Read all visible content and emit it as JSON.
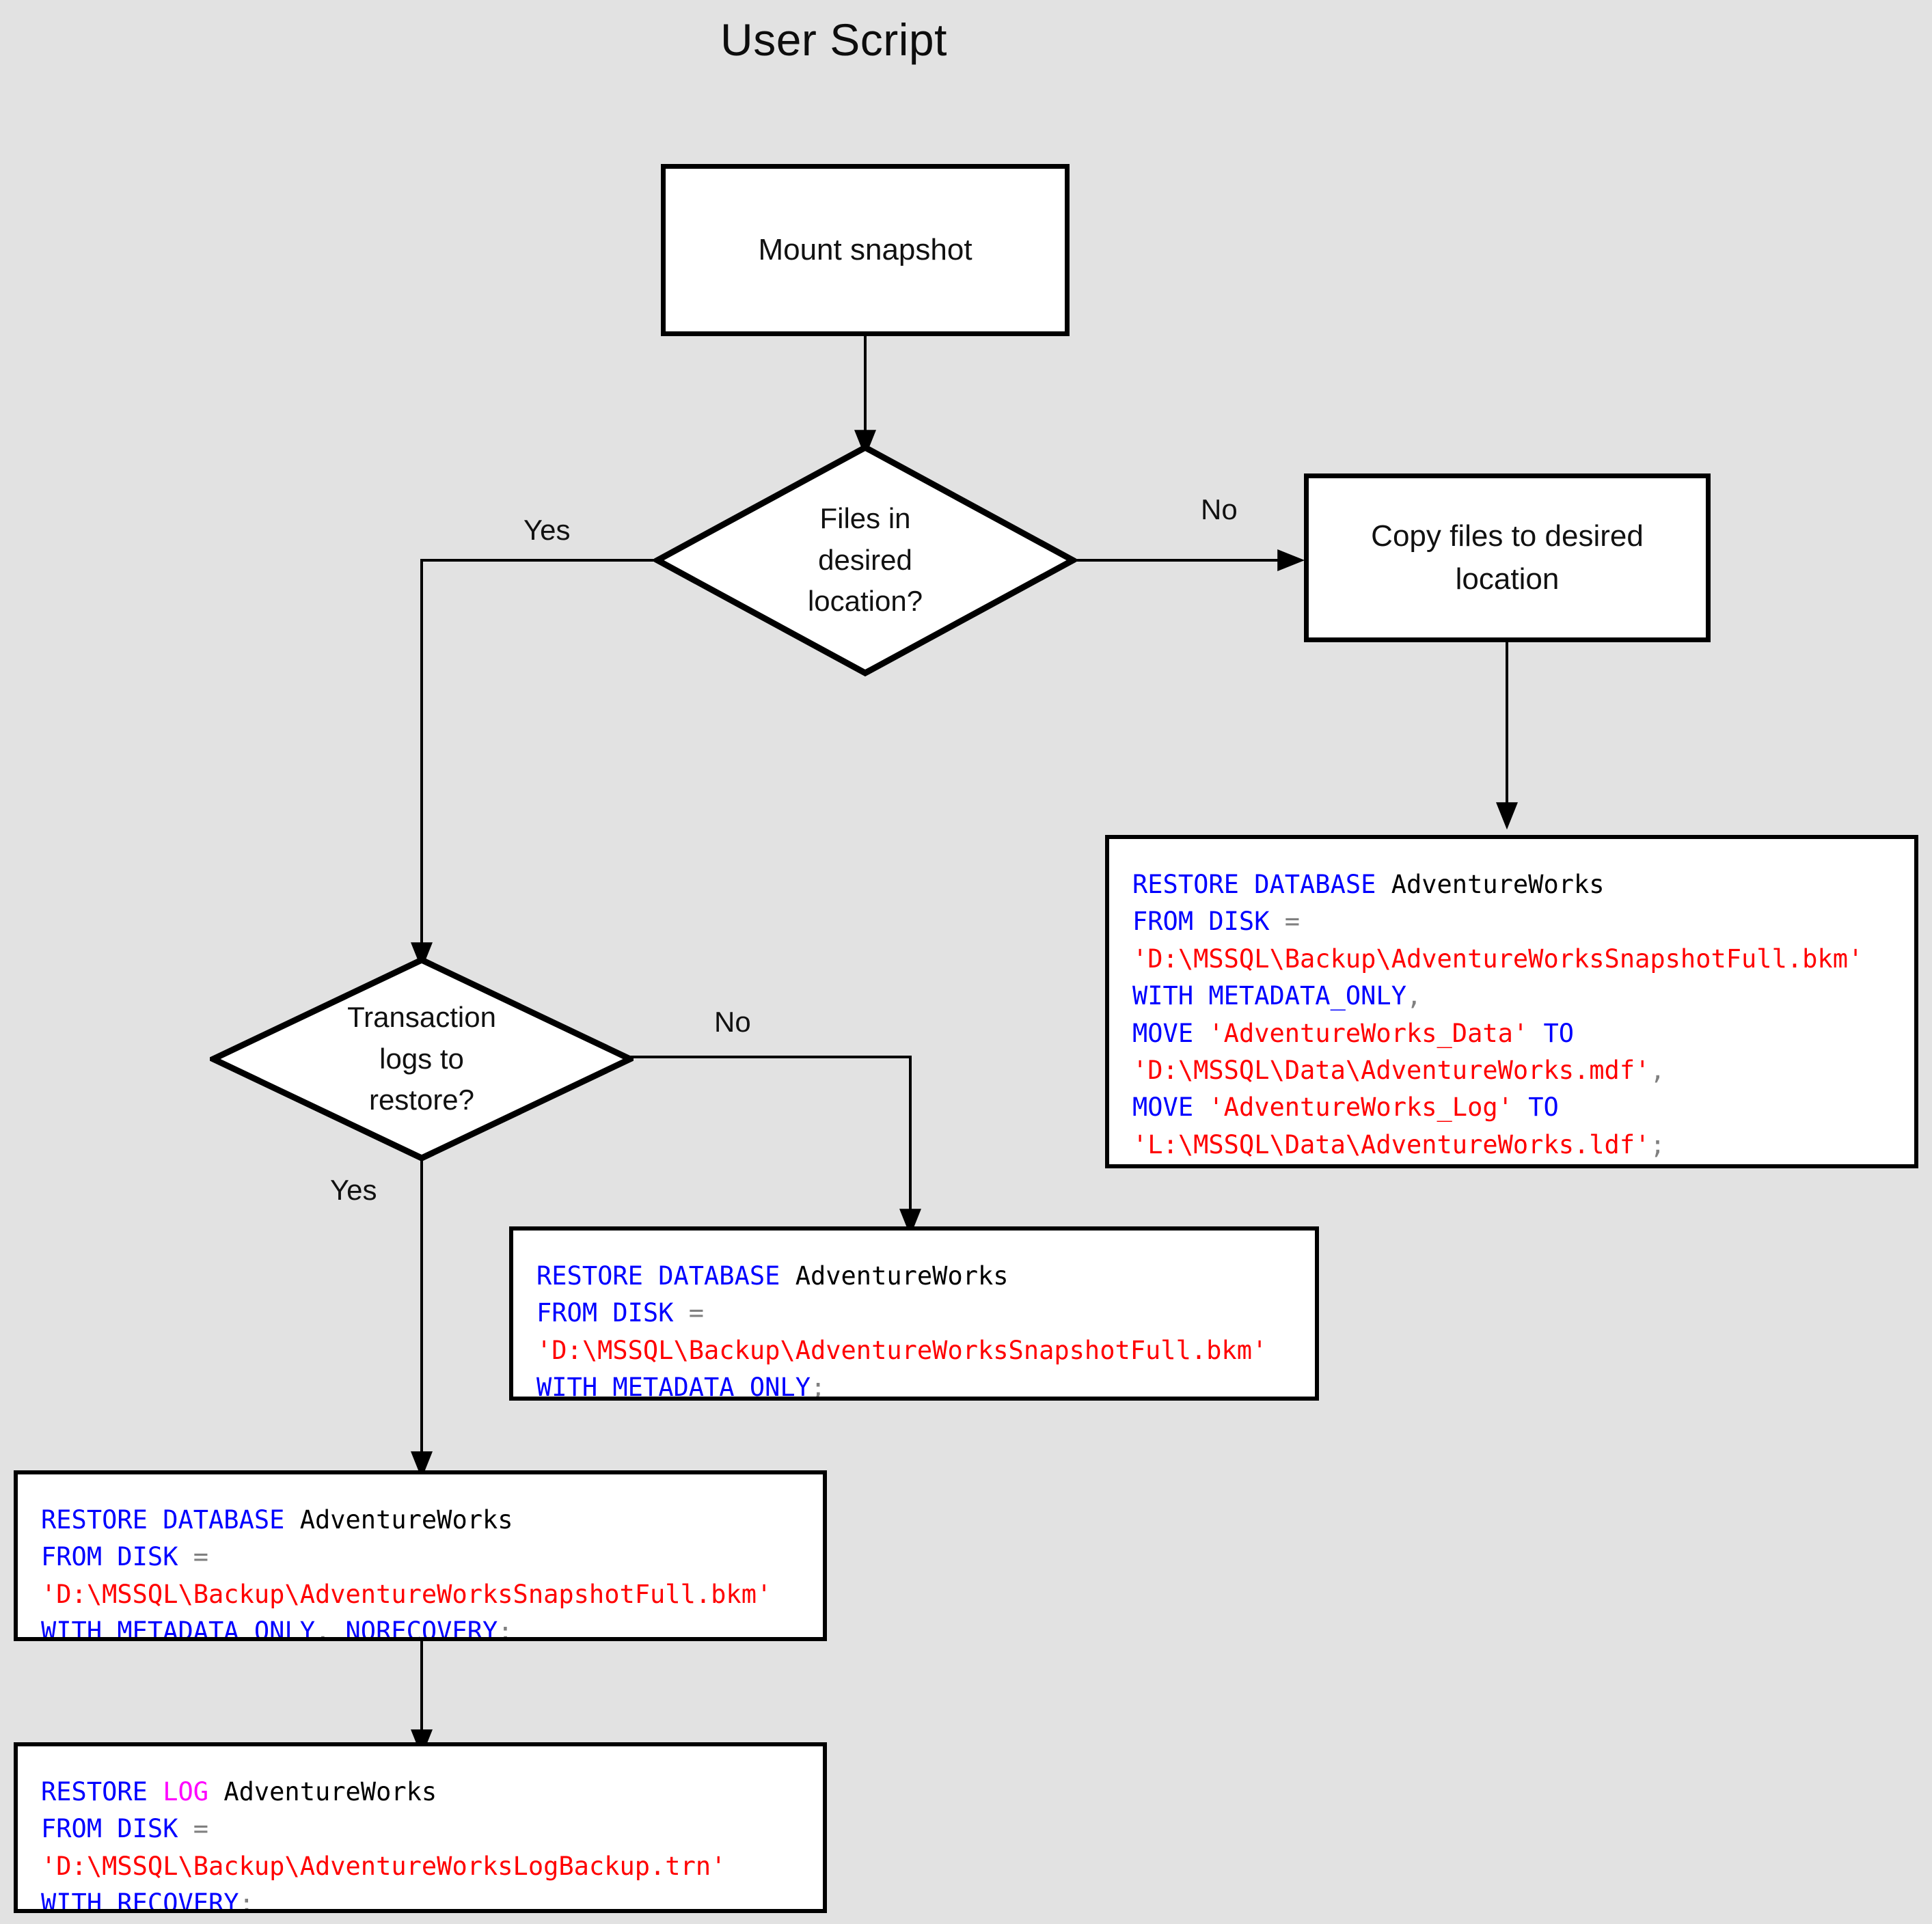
{
  "title": "User Script",
  "background_color": "#e2e2e2",
  "syntax_colors": {
    "keyword": "#0000ff",
    "keyword_log": "#ff00ff",
    "string": "#ff0000",
    "punctuation": "#808080",
    "identifier": "#000000"
  },
  "nodes": {
    "mount_snapshot": {
      "type": "process",
      "label": "Mount snapshot"
    },
    "files_in_desired_location": {
      "type": "decision",
      "label": "Files in\ndesired\nlocation?"
    },
    "copy_files": {
      "type": "process",
      "label": "Copy files to desired\nlocation"
    },
    "transaction_logs": {
      "type": "decision",
      "label": "Transaction\nlogs to\nrestore?"
    }
  },
  "edge_labels": {
    "files_yes": "Yes",
    "files_no": "No",
    "logs_no": "No",
    "logs_yes": "Yes"
  },
  "code_blocks": {
    "restore_with_move": {
      "name": "restore-database-with-move",
      "lines": [
        [
          {
            "t": "RESTORE DATABASE ",
            "c": "k"
          },
          {
            "t": "AdventureWorks",
            "c": "id"
          }
        ],
        [
          {
            "t": "FROM DISK ",
            "c": "k"
          },
          {
            "t": "=",
            "c": "p"
          }
        ],
        [
          {
            "t": "'D:\\MSSQL\\Backup\\AdventureWorksSnapshotFull.bkm'",
            "c": "s"
          }
        ],
        [
          {
            "t": "WITH METADATA_ONLY",
            "c": "k"
          },
          {
            "t": ",",
            "c": "p"
          }
        ],
        [
          {
            "t": "MOVE ",
            "c": "k"
          },
          {
            "t": "'AdventureWorks_Data'",
            "c": "s"
          },
          {
            "t": " TO",
            "c": "k"
          }
        ],
        [
          {
            "t": "'D:\\MSSQL\\Data\\AdventureWorks.mdf'",
            "c": "s"
          },
          {
            "t": ",",
            "c": "p"
          }
        ],
        [
          {
            "t": "MOVE ",
            "c": "k"
          },
          {
            "t": "'AdventureWorks_Log'",
            "c": "s"
          },
          {
            "t": " TO",
            "c": "k"
          }
        ],
        [
          {
            "t": "'L:\\MSSQL\\Data\\AdventureWorks.ldf'",
            "c": "s"
          },
          {
            "t": ";",
            "c": "p"
          }
        ]
      ]
    },
    "restore_metadata_only": {
      "name": "restore-database-metadata-only",
      "lines": [
        [
          {
            "t": "RESTORE DATABASE ",
            "c": "k"
          },
          {
            "t": "AdventureWorks",
            "c": "id"
          }
        ],
        [
          {
            "t": "FROM DISK ",
            "c": "k"
          },
          {
            "t": "=",
            "c": "p"
          }
        ],
        [
          {
            "t": "'D:\\MSSQL\\Backup\\AdventureWorksSnapshotFull.bkm'",
            "c": "s"
          }
        ],
        [
          {
            "t": "WITH METADATA_ONLY",
            "c": "k"
          },
          {
            "t": ";",
            "c": "p"
          }
        ]
      ]
    },
    "restore_norecovery": {
      "name": "restore-database-norecovery",
      "lines": [
        [
          {
            "t": "RESTORE DATABASE ",
            "c": "k"
          },
          {
            "t": "AdventureWorks",
            "c": "id"
          }
        ],
        [
          {
            "t": "FROM DISK ",
            "c": "k"
          },
          {
            "t": "=",
            "c": "p"
          }
        ],
        [
          {
            "t": "'D:\\MSSQL\\Backup\\AdventureWorksSnapshotFull.bkm'",
            "c": "s"
          }
        ],
        [
          {
            "t": "WITH METADATA_ONLY",
            "c": "k"
          },
          {
            "t": ", ",
            "c": "p"
          },
          {
            "t": "NORECOVERY",
            "c": "k"
          },
          {
            "t": ";",
            "c": "p"
          }
        ]
      ]
    },
    "restore_log": {
      "name": "restore-log-recovery",
      "lines": [
        [
          {
            "t": "RESTORE ",
            "c": "k"
          },
          {
            "t": "LOG",
            "c": "kl"
          },
          {
            "t": " ",
            "c": "k"
          },
          {
            "t": "AdventureWorks",
            "c": "id"
          }
        ],
        [
          {
            "t": "FROM DISK ",
            "c": "k"
          },
          {
            "t": "=",
            "c": "p"
          }
        ],
        [
          {
            "t": "'D:\\MSSQL\\Backup\\AdventureWorksLogBackup.trn'",
            "c": "s"
          }
        ],
        [
          {
            "t": "WITH RECOVERY",
            "c": "k"
          },
          {
            "t": ";",
            "c": "p"
          }
        ]
      ]
    }
  }
}
